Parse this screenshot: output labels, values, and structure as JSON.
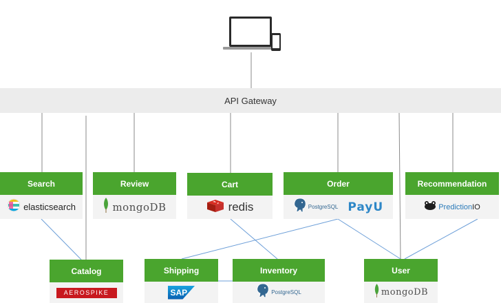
{
  "gateway": {
    "label": "API Gateway"
  },
  "client": {
    "icon": "laptop-phone-icon"
  },
  "services": {
    "search": {
      "label": "Search",
      "logos": {
        "elasticsearch": {
          "icon": "elasticsearch-icon",
          "text": "elasticsearch"
        }
      }
    },
    "review": {
      "label": "Review",
      "logos": {
        "mongodb": {
          "icon": "mongodb-leaf-icon",
          "text": "mongoDB"
        }
      }
    },
    "cart": {
      "label": "Cart",
      "logos": {
        "redis": {
          "icon": "redis-icon",
          "text": "redis"
        }
      }
    },
    "order": {
      "label": "Order",
      "logos": {
        "postgresql": {
          "icon": "postgresql-elephant-icon",
          "text": "PostgreSQL"
        },
        "payu": {
          "text": "PayU"
        }
      }
    },
    "recommendation": {
      "label": "Recommendation",
      "logos": {
        "predictionio": {
          "icon": "predictionio-frog-icon",
          "text_a": "Prediction",
          "text_b": "IO"
        }
      }
    },
    "catalog": {
      "label": "Catalog",
      "logos": {
        "aerospike": {
          "text": "AEROSPIKE"
        }
      }
    },
    "shipping": {
      "label": "Shipping",
      "logos": {
        "sap": {
          "text": "SAP"
        }
      }
    },
    "inventory": {
      "label": "Inventory",
      "logos": {
        "postgresql": {
          "icon": "postgresql-elephant-icon",
          "text": "PostgreSQL"
        }
      }
    },
    "user": {
      "label": "User",
      "logos": {
        "mongodb": {
          "icon": "mongodb-leaf-icon",
          "text": "mongoDB"
        }
      }
    }
  },
  "colors": {
    "service_header": "#4aa52e",
    "gateway_bg": "#ececec",
    "link_gray": "#808080",
    "link_blue": "#6d9fd8"
  }
}
